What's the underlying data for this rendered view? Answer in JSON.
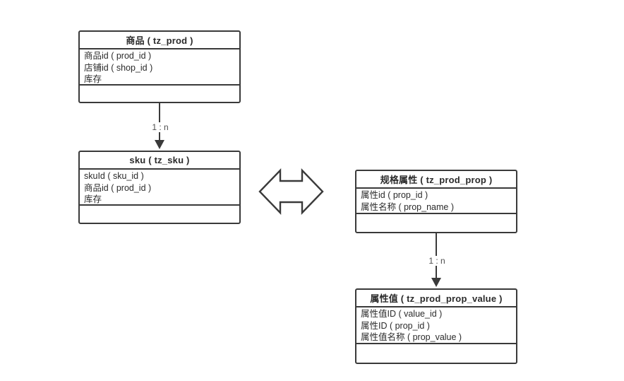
{
  "diagram": {
    "entities": [
      {
        "id": "prod",
        "title": "商品 ( tz_prod )",
        "attributes": [
          "商品id ( prod_id )",
          "店铺id ( shop_id )",
          "库存"
        ]
      },
      {
        "id": "sku",
        "title": "sku ( tz_sku )",
        "attributes": [
          "skuId ( sku_id )",
          "商品id ( prod_id )",
          "库存"
        ]
      },
      {
        "id": "prod_prop",
        "title": "规格属性 ( tz_prod_prop )",
        "attributes": [
          "属性id ( prop_id )",
          "属性名称 ( prop_name )"
        ]
      },
      {
        "id": "prod_prop_value",
        "title": "属性值 ( tz_prod_prop_value )",
        "attributes": [
          "属性值ID ( value_id )",
          "属性ID ( prop_id )",
          "属性值名称 ( prop_value )"
        ]
      }
    ],
    "relations": [
      {
        "from": "prod",
        "to": "sku",
        "label": "1 : n",
        "type": "one-to-many"
      },
      {
        "from": "prod_prop",
        "to": "prod_prop_value",
        "label": "1 : n",
        "type": "one-to-many"
      },
      {
        "from": "sku",
        "to": "prod_prop",
        "type": "bidirectional"
      }
    ],
    "colors": {
      "border": "#3a3a3a",
      "text": "#2b2b2b",
      "relation_label": "#4d4d4d",
      "background": "#ffffff"
    }
  }
}
